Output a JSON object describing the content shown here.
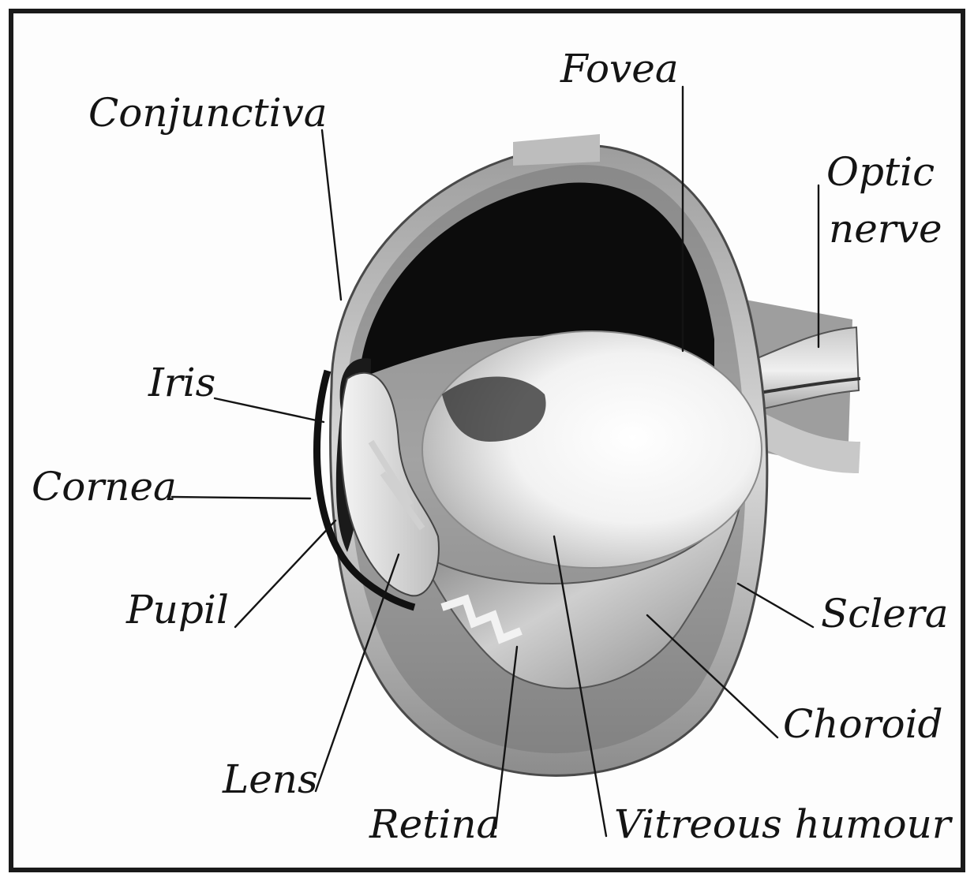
{
  "labels": {
    "fovea": "Fovea",
    "conjunctiva": "Conjunctiva",
    "optic_nerve_line1": "Optic",
    "optic_nerve_line2": "nerve",
    "iris": "Iris",
    "cornea": "Cornea",
    "pupil": "Pupil",
    "sclera": "Sclera",
    "choroid": "Choroid",
    "lens": "Lens",
    "retina": "Retina",
    "vitreous_humour": "Vitreous humour"
  }
}
